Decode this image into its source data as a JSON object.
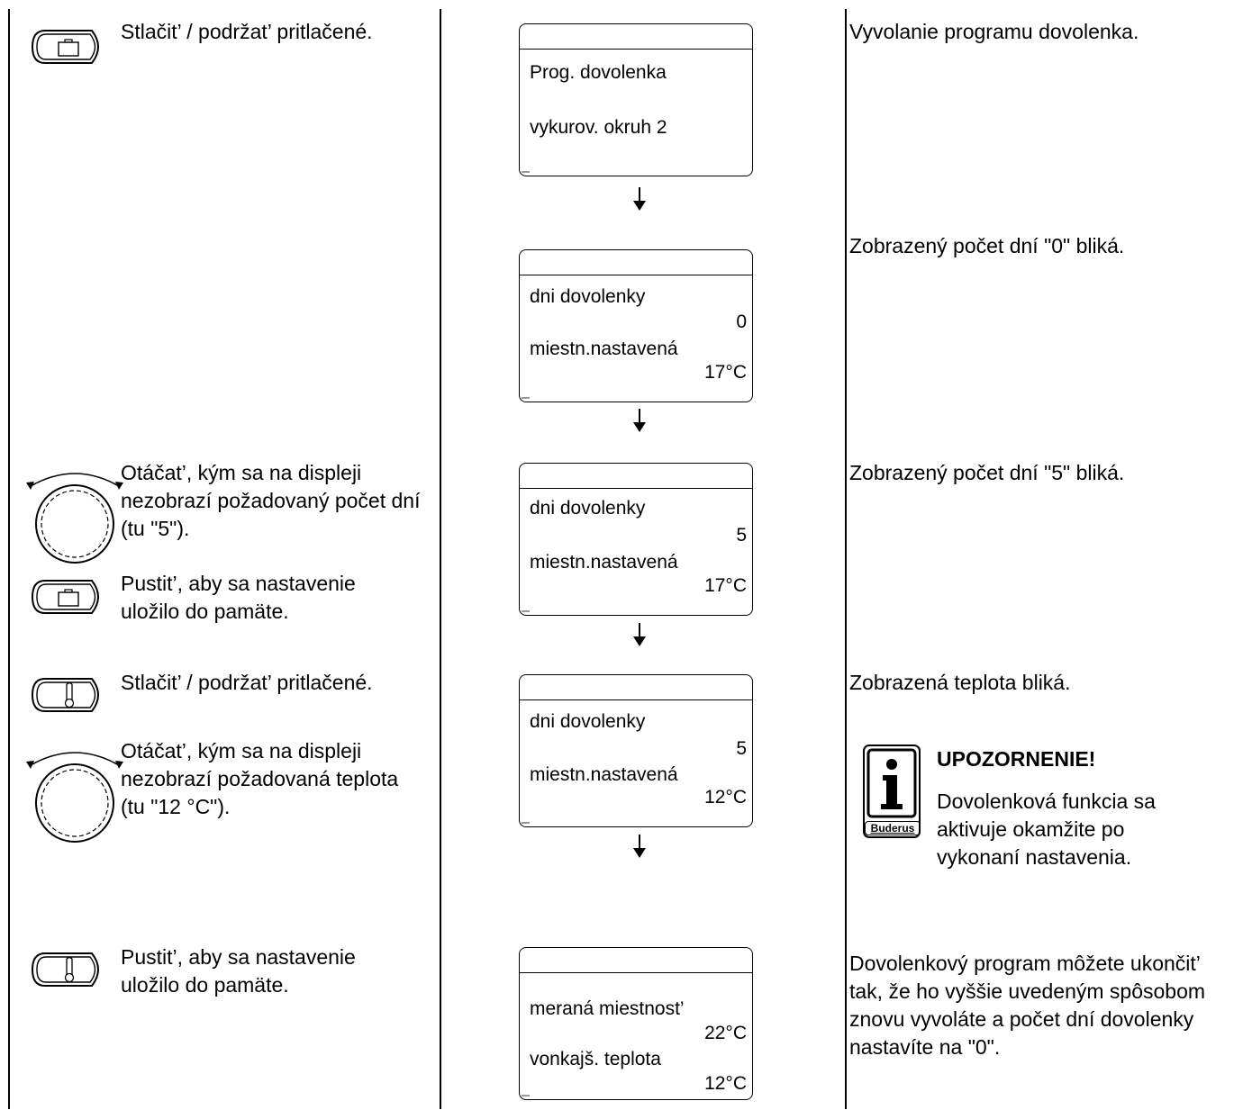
{
  "steps": {
    "press_hold_1": "Stlačit’ / podržat’ pritlačené.",
    "rotate_days": "Otáčat’, kým sa na displeji nezobrazí požadovaný počet dní (tu \"5\").",
    "release_1": "Pustit’, aby sa nastavenie uložilo do pamäte.",
    "press_hold_2": "Stlačit’ / podržat’ pritlačené.",
    "rotate_temp": "Otáčat’, kým sa na displeji nezobrazí požadovaná teplota (tu \"12 °C\").",
    "release_2": "Pustit’, aby sa nastavenie uložilo do pamäte."
  },
  "displays": [
    {
      "line1": "Prog. dovolenka",
      "line2": "vykurov. okruh 2"
    },
    {
      "line1": "dni dovolenky",
      "value1": "0",
      "line2": "miestn.nastavená",
      "value2": "17°C"
    },
    {
      "line1": "dni dovolenky",
      "value1": "5",
      "line2": "miestn.nastavená",
      "value2": "17°C"
    },
    {
      "line1": "dni dovolenky",
      "value1": "5",
      "line2": "miestn.nastavená",
      "value2": "12°C"
    },
    {
      "line1": "meraná miestnost’",
      "value1": "22°C",
      "line2": "vonkajš. teplota",
      "value2": "12°C"
    }
  ],
  "descriptions": {
    "d1": "Vyvolanie programu dovolenka.",
    "d2": "Zobrazený počet dní \"0\" bliká.",
    "d3": "Zobrazený počet dní \"5\" bliká.",
    "d4": "Zobrazená teplota bliká.",
    "d5": "Dovolenkový program môžete ukončit’ tak, že ho vyššie uvedeným spôsobom znovu vyvoláte a počet dní dovolenky nastavíte na \"0\"."
  },
  "note": {
    "title": "UPOZORNENIE!",
    "text": "Dovolenková funkcia sa aktivuje okamžite po vykonaní nastavenia.",
    "logo_text": "Buderus"
  },
  "icons": {
    "holiday_button": "suitcase-button-icon",
    "temp_button": "thermometer-button-icon",
    "rotary_knob": "rotary-knob-icon",
    "flow_arrow": "arrow-down-icon",
    "info": "info-icon"
  }
}
